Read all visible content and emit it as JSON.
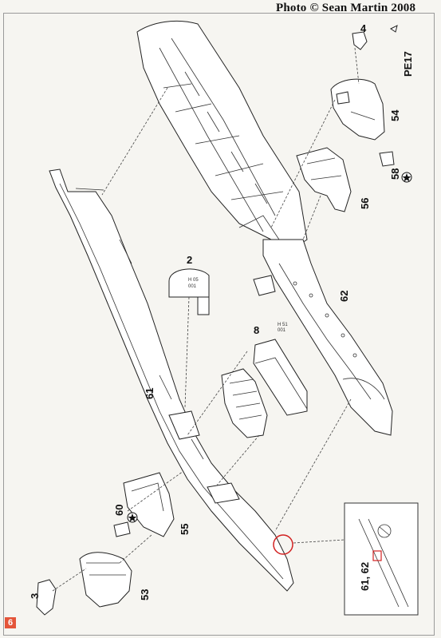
{
  "credit": "Photo © Sean Martin 2008",
  "page_number": "6",
  "labels": {
    "p4": "4",
    "pe17": "PE17",
    "p54": "54",
    "p58": "58",
    "p56": "56",
    "p2": "2",
    "p62": "62",
    "p8": "8",
    "p61": "61",
    "p60": "60",
    "p55": "55",
    "p3": "3",
    "p53": "53",
    "detail": "61, 62"
  },
  "markings": {
    "small_a": "H 05",
    "small_b": "001",
    "stencil_a": "H 51",
    "stencil_b": "001"
  },
  "colors": {
    "badge": "#e4553a",
    "highlight_circle": "#d22222",
    "line": "#222222"
  }
}
